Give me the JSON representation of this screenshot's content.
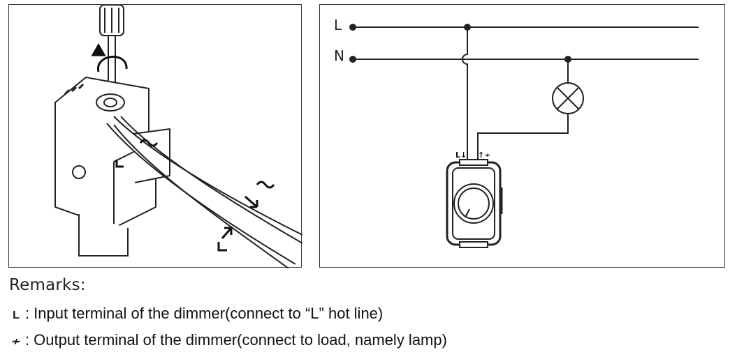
{
  "right_diagram": {
    "line_label": "L",
    "neutral_label": "N",
    "dimmer_input_label": "L↓",
    "dimmer_output_label": "↑≁"
  },
  "remarks": {
    "title": "Remarks:",
    "items": [
      {
        "symbol": "L",
        "separator": ":",
        "text": "Input terminal of the dimmer(connect to “L” hot line)"
      },
      {
        "symbol": "≁",
        "separator": ":",
        "text": "Output terminal of the dimmer(connect to load, namely lamp)"
      }
    ]
  }
}
